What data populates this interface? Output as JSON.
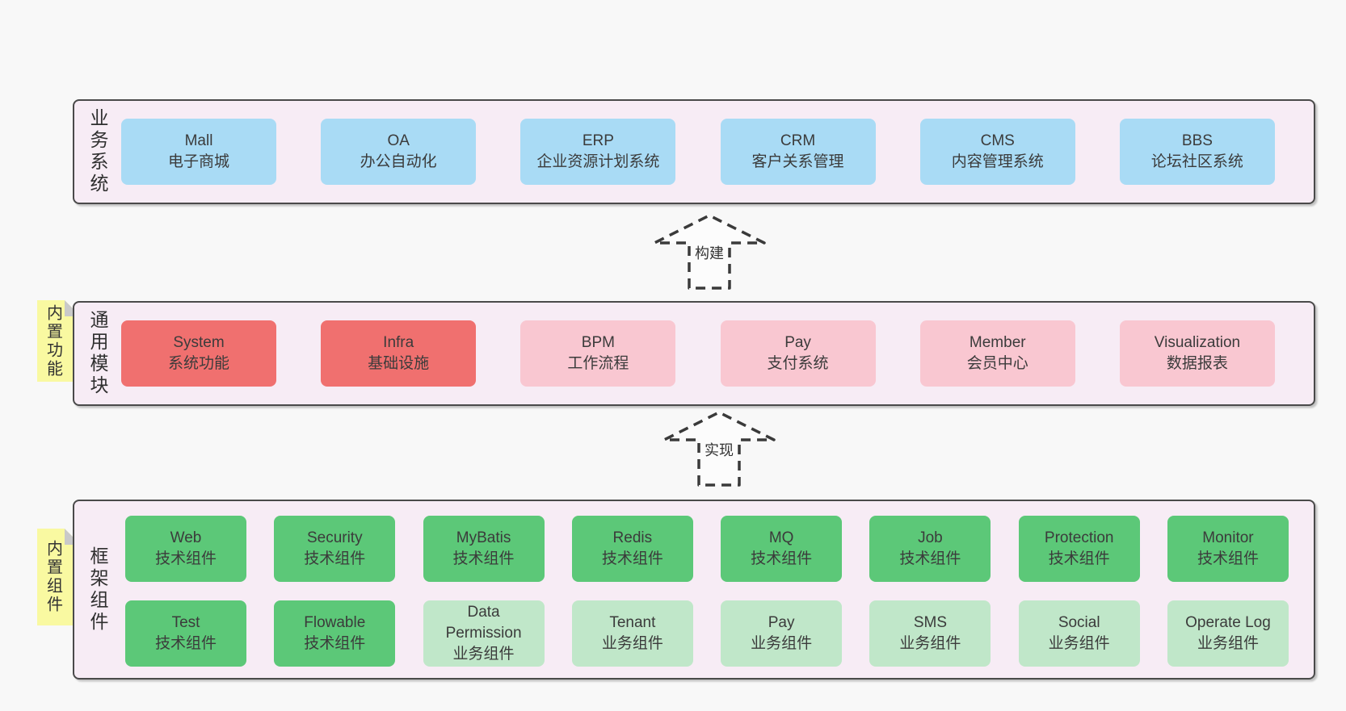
{
  "colors": {
    "page_bg": "#f8f8f8",
    "panel_bg": "#f7ecf5",
    "panel_border": "#4a4a4a",
    "blue": "#a9dbf5",
    "red": "#f0706f",
    "pink": "#f9c7d1",
    "green": "#5cc878",
    "light_green": "#c0e7c9",
    "sticky_yellow": "#f9f9a1",
    "sticky_fold": "#c9c9c9",
    "arrow_stroke": "#3a3a3a"
  },
  "arrows": [
    {
      "label": "构建"
    },
    {
      "label": "实现"
    }
  ],
  "sections": [
    {
      "key": "business-systems",
      "side_label": "业务系统",
      "sticky_label": null,
      "box_width": "wide",
      "box_rows": [
        [
          {
            "title": "Mall",
            "subtitle": "电子商城",
            "color": "blue"
          },
          {
            "title": "OA",
            "subtitle": "办公自动化",
            "color": "blue"
          },
          {
            "title": "ERP",
            "subtitle": "企业资源计划系统",
            "color": "blue"
          },
          {
            "title": "CRM",
            "subtitle": "客户关系管理",
            "color": "blue"
          },
          {
            "title": "CMS",
            "subtitle": "内容管理系统",
            "color": "blue"
          },
          {
            "title": "BBS",
            "subtitle": "论坛社区系统",
            "color": "blue"
          }
        ]
      ]
    },
    {
      "key": "common-modules",
      "side_label": "通用模块",
      "sticky_label": "内置功能",
      "box_width": "wide",
      "box_rows": [
        [
          {
            "title": "System",
            "subtitle": "系统功能",
            "color": "red"
          },
          {
            "title": "Infra",
            "subtitle": "基础设施",
            "color": "red"
          },
          {
            "title": "BPM",
            "subtitle": "工作流程",
            "color": "pink"
          },
          {
            "title": "Pay",
            "subtitle": "支付系统",
            "color": "pink"
          },
          {
            "title": "Member",
            "subtitle": "会员中心",
            "color": "pink"
          },
          {
            "title": "Visualization",
            "subtitle": "数据报表",
            "color": "pink"
          }
        ]
      ]
    },
    {
      "key": "framework-components",
      "side_label": "框架组件",
      "sticky_label": "内置组件",
      "box_width": "narrow",
      "box_rows": [
        [
          {
            "title": "Web",
            "subtitle": "技术组件",
            "color": "green"
          },
          {
            "title": "Security",
            "subtitle": "技术组件",
            "color": "green"
          },
          {
            "title": "MyBatis",
            "subtitle": "技术组件",
            "color": "green"
          },
          {
            "title": "Redis",
            "subtitle": "技术组件",
            "color": "green"
          },
          {
            "title": "MQ",
            "subtitle": "技术组件",
            "color": "green"
          },
          {
            "title": "Job",
            "subtitle": "技术组件",
            "color": "green"
          },
          {
            "title": "Protection",
            "subtitle": "技术组件",
            "color": "green"
          },
          {
            "title": "Monitor",
            "subtitle": "技术组件",
            "color": "green"
          }
        ],
        [
          {
            "title": "Test",
            "subtitle": "技术组件",
            "color": "green"
          },
          {
            "title": "Flowable",
            "subtitle": "技术组件",
            "color": "green"
          },
          {
            "title": "Data Permission",
            "subtitle": "业务组件",
            "color": "light_green"
          },
          {
            "title": "Tenant",
            "subtitle": "业务组件",
            "color": "light_green"
          },
          {
            "title": "Pay",
            "subtitle": "业务组件",
            "color": "light_green"
          },
          {
            "title": "SMS",
            "subtitle": "业务组件",
            "color": "light_green"
          },
          {
            "title": "Social",
            "subtitle": "业务组件",
            "color": "light_green"
          },
          {
            "title": "Operate Log",
            "subtitle": "业务组件",
            "color": "light_green"
          }
        ]
      ]
    }
  ]
}
